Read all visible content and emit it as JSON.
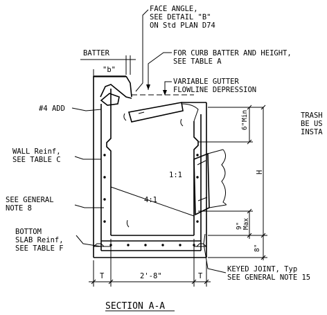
{
  "labels": {
    "face_angle": [
      "FACE ANGLE,",
      "SEE DETAIL \"B\"",
      "ON Std PLAN D74"
    ],
    "batter": "BATTER",
    "b_dim": "\"b\"",
    "curb_batter": [
      "FOR CURB BATTER AND HEIGHT,",
      "SEE TABLE A"
    ],
    "gutter": [
      "VARIABLE GUTTER",
      "FLOWLINE DEPRESSION"
    ],
    "trash": [
      "TRASH",
      "BE US",
      "INSTA"
    ],
    "add4": "#4 ADD",
    "six_min": [
      "6\"",
      "Min"
    ],
    "wall_reinf": [
      "WALL Reinf,",
      "SEE TABLE C"
    ],
    "h": "H",
    "slope_1_1": "1:1",
    "general_note_8": [
      "SEE GENERAL",
      "NOTE 8"
    ],
    "slope_4_1": "4:1",
    "nine_max": [
      "9\"",
      "Max"
    ],
    "bottom_slab": [
      "BOTTOM",
      "SLAB Reinf,",
      "SEE TABLE F"
    ],
    "eight": "8\"",
    "t_left": "T",
    "width": "2'-8\"",
    "t_right": "T",
    "keyed_joint": [
      "KEYED JOINT, Typ",
      "SEE GENERAL NOTE 15"
    ],
    "section_title": "SECTION A-A"
  }
}
